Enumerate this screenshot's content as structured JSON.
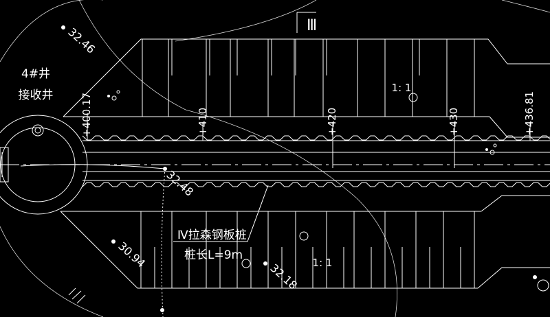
{
  "drawing": {
    "section_mark": "Ⅲ",
    "shaft": {
      "line1": "4#井",
      "line2": "接收井"
    },
    "stations": [
      "+400.17",
      "+410",
      "+420",
      "+430",
      "+436.81"
    ],
    "slopes": [
      "1: 1",
      "1: 1"
    ],
    "elevations": [
      "32.46",
      "32.48",
      "30.94",
      "32.18"
    ],
    "pile_label": {
      "line1": "Ⅳ拉森钢板桩",
      "line2": "桩长L=9m"
    },
    "colors": {
      "background": "#000000",
      "linework": "#ffffff"
    }
  }
}
